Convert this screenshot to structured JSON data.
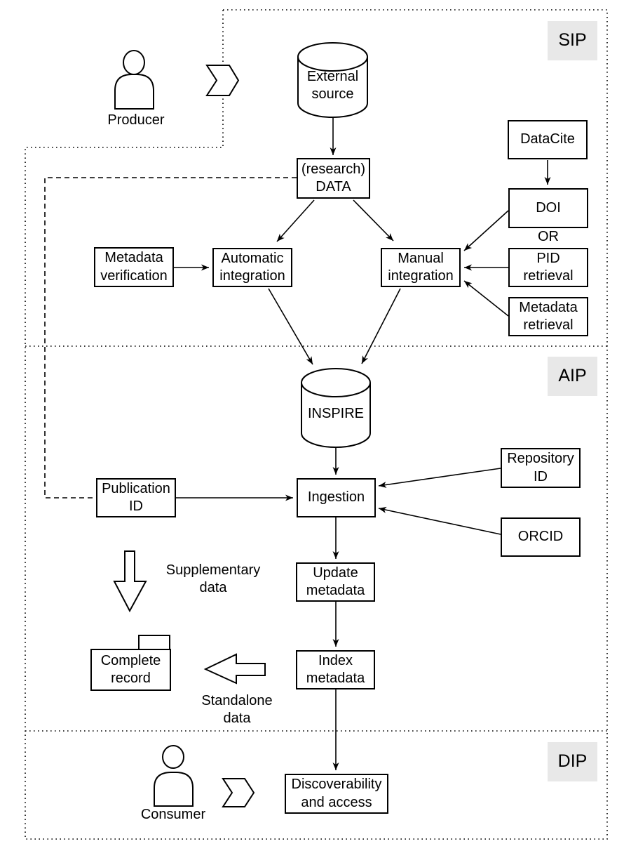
{
  "diagram": {
    "regions": {
      "sip": "SIP",
      "aip": "AIP",
      "dip": "DIP"
    },
    "actors": {
      "producer": "Producer",
      "consumer": "Consumer"
    },
    "nodes": {
      "external_source": "External\nsource",
      "research_data": "(research)\nDATA",
      "datacite": "DataCite",
      "doi": "DOI",
      "or": "OR",
      "pid_retrieval": "PID\nretrieval",
      "metadata_retrieval": "Metadata\nretrieval",
      "metadata_verification": "Metadata\nverification",
      "automatic_integration": "Automatic\nintegration",
      "manual_integration": "Manual\nintegration",
      "inspire": "INSPIRE",
      "publication_id": "Publication\nID",
      "ingestion": "Ingestion",
      "repository_id": "Repository\nID",
      "orcid": "ORCID",
      "update_metadata": "Update\nmetadata",
      "index_metadata": "Index\nmetadata",
      "complete_record": "Complete\nrecord",
      "discoverability": "Discoverability\nand access",
      "supplementary_data": "Supplementary\ndata",
      "standalone_data": "Standalone\ndata"
    },
    "colors": {
      "region_label_bg": "#e8e8e8",
      "stroke": "#000000",
      "background": "#ffffff"
    }
  }
}
